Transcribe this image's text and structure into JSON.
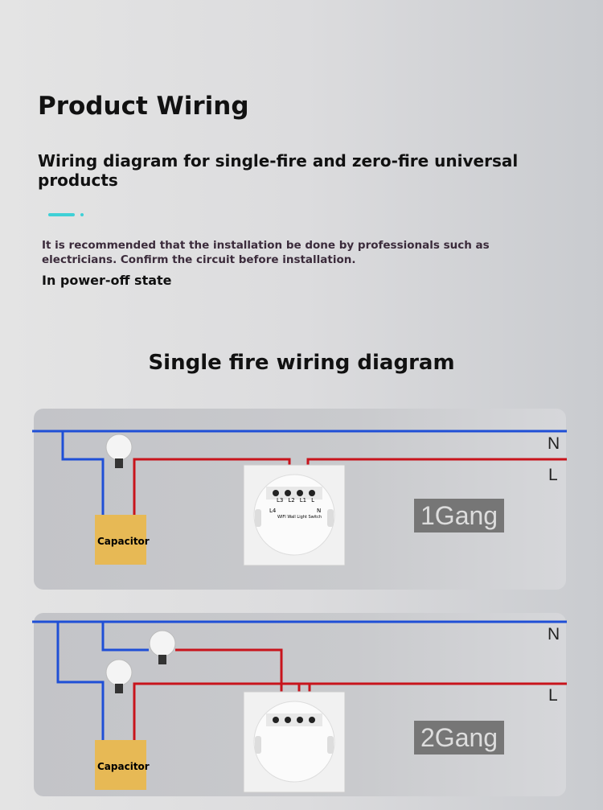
{
  "title": "Product Wiring",
  "subtitle": "Wiring diagram for single-fire and zero-fire universal products",
  "note": "It is recommended that the installation be done by professionals such as electricians. Confirm the circuit before installation.",
  "power_off": "In power-off state",
  "section_title": "Single fire wiring diagram",
  "line_labels": {
    "n": "N",
    "l": "L"
  },
  "diagrams": [
    {
      "gang": "1Gang",
      "capacitor": "Capacitor"
    },
    {
      "gang": "2Gang",
      "capacitor": "Capacitor"
    }
  ],
  "switch": {
    "terminals": [
      "L3",
      "L2",
      "L1",
      "L"
    ],
    "side": [
      "L4",
      "N"
    ],
    "label": "WIFI Wall Light Switch"
  },
  "colors": {
    "neutral": "#1f4fd6",
    "live": "#c8141c",
    "accent": "#3fd0d6"
  }
}
